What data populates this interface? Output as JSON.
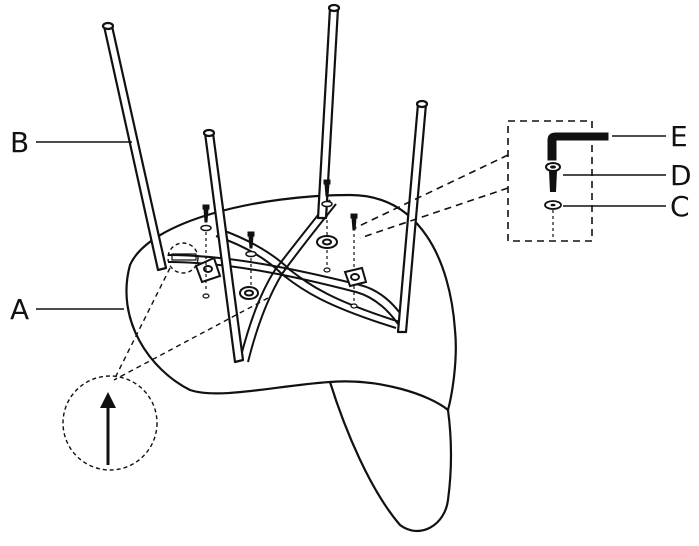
{
  "labels": {
    "a": "A",
    "b": "B",
    "c": "C",
    "d": "D",
    "e": "E"
  },
  "colors": {
    "ink": "#111111",
    "background": "#ffffff"
  }
}
